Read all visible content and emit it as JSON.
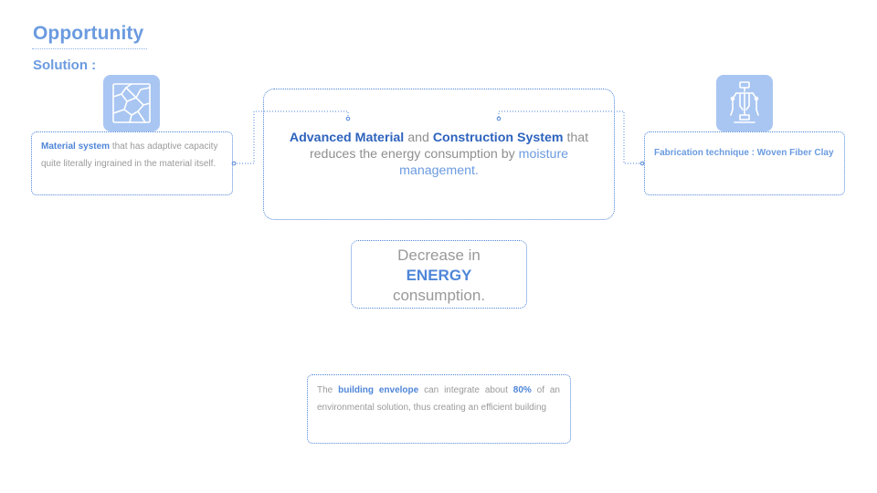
{
  "header": {
    "title": "Opportunity",
    "subtitle": "Solution :"
  },
  "left_card": {
    "icon": "cracked-material-icon",
    "highlight": "Material system",
    "text": " that has adaptive capacity quite literally ingrained in the material itself."
  },
  "center_card": {
    "part1": "Advanced Material",
    "part2": " and ",
    "part3": "Construction System",
    "part4": " that reduces the energy consumption by ",
    "part5": "moisture management."
  },
  "right_card": {
    "icon": "robotic-arm-icon",
    "text": "Fabrication technique : Woven Fiber Clay"
  },
  "energy_card": {
    "line1": "Decrease in",
    "line2": "ENERGY",
    "line3": "consumption."
  },
  "bottom_card": {
    "part1": "The ",
    "part2": "building envelope",
    "part3": " can integrate about ",
    "part4": "80%",
    "part5": " of an environmental solution, thus creating an efficient building"
  },
  "colors": {
    "accent": "#6b9be0",
    "accent_dark": "#2e63bd",
    "icon_tile": "#a9c6f2",
    "border": "#4f86d8",
    "body_text": "#9a9a9a"
  }
}
